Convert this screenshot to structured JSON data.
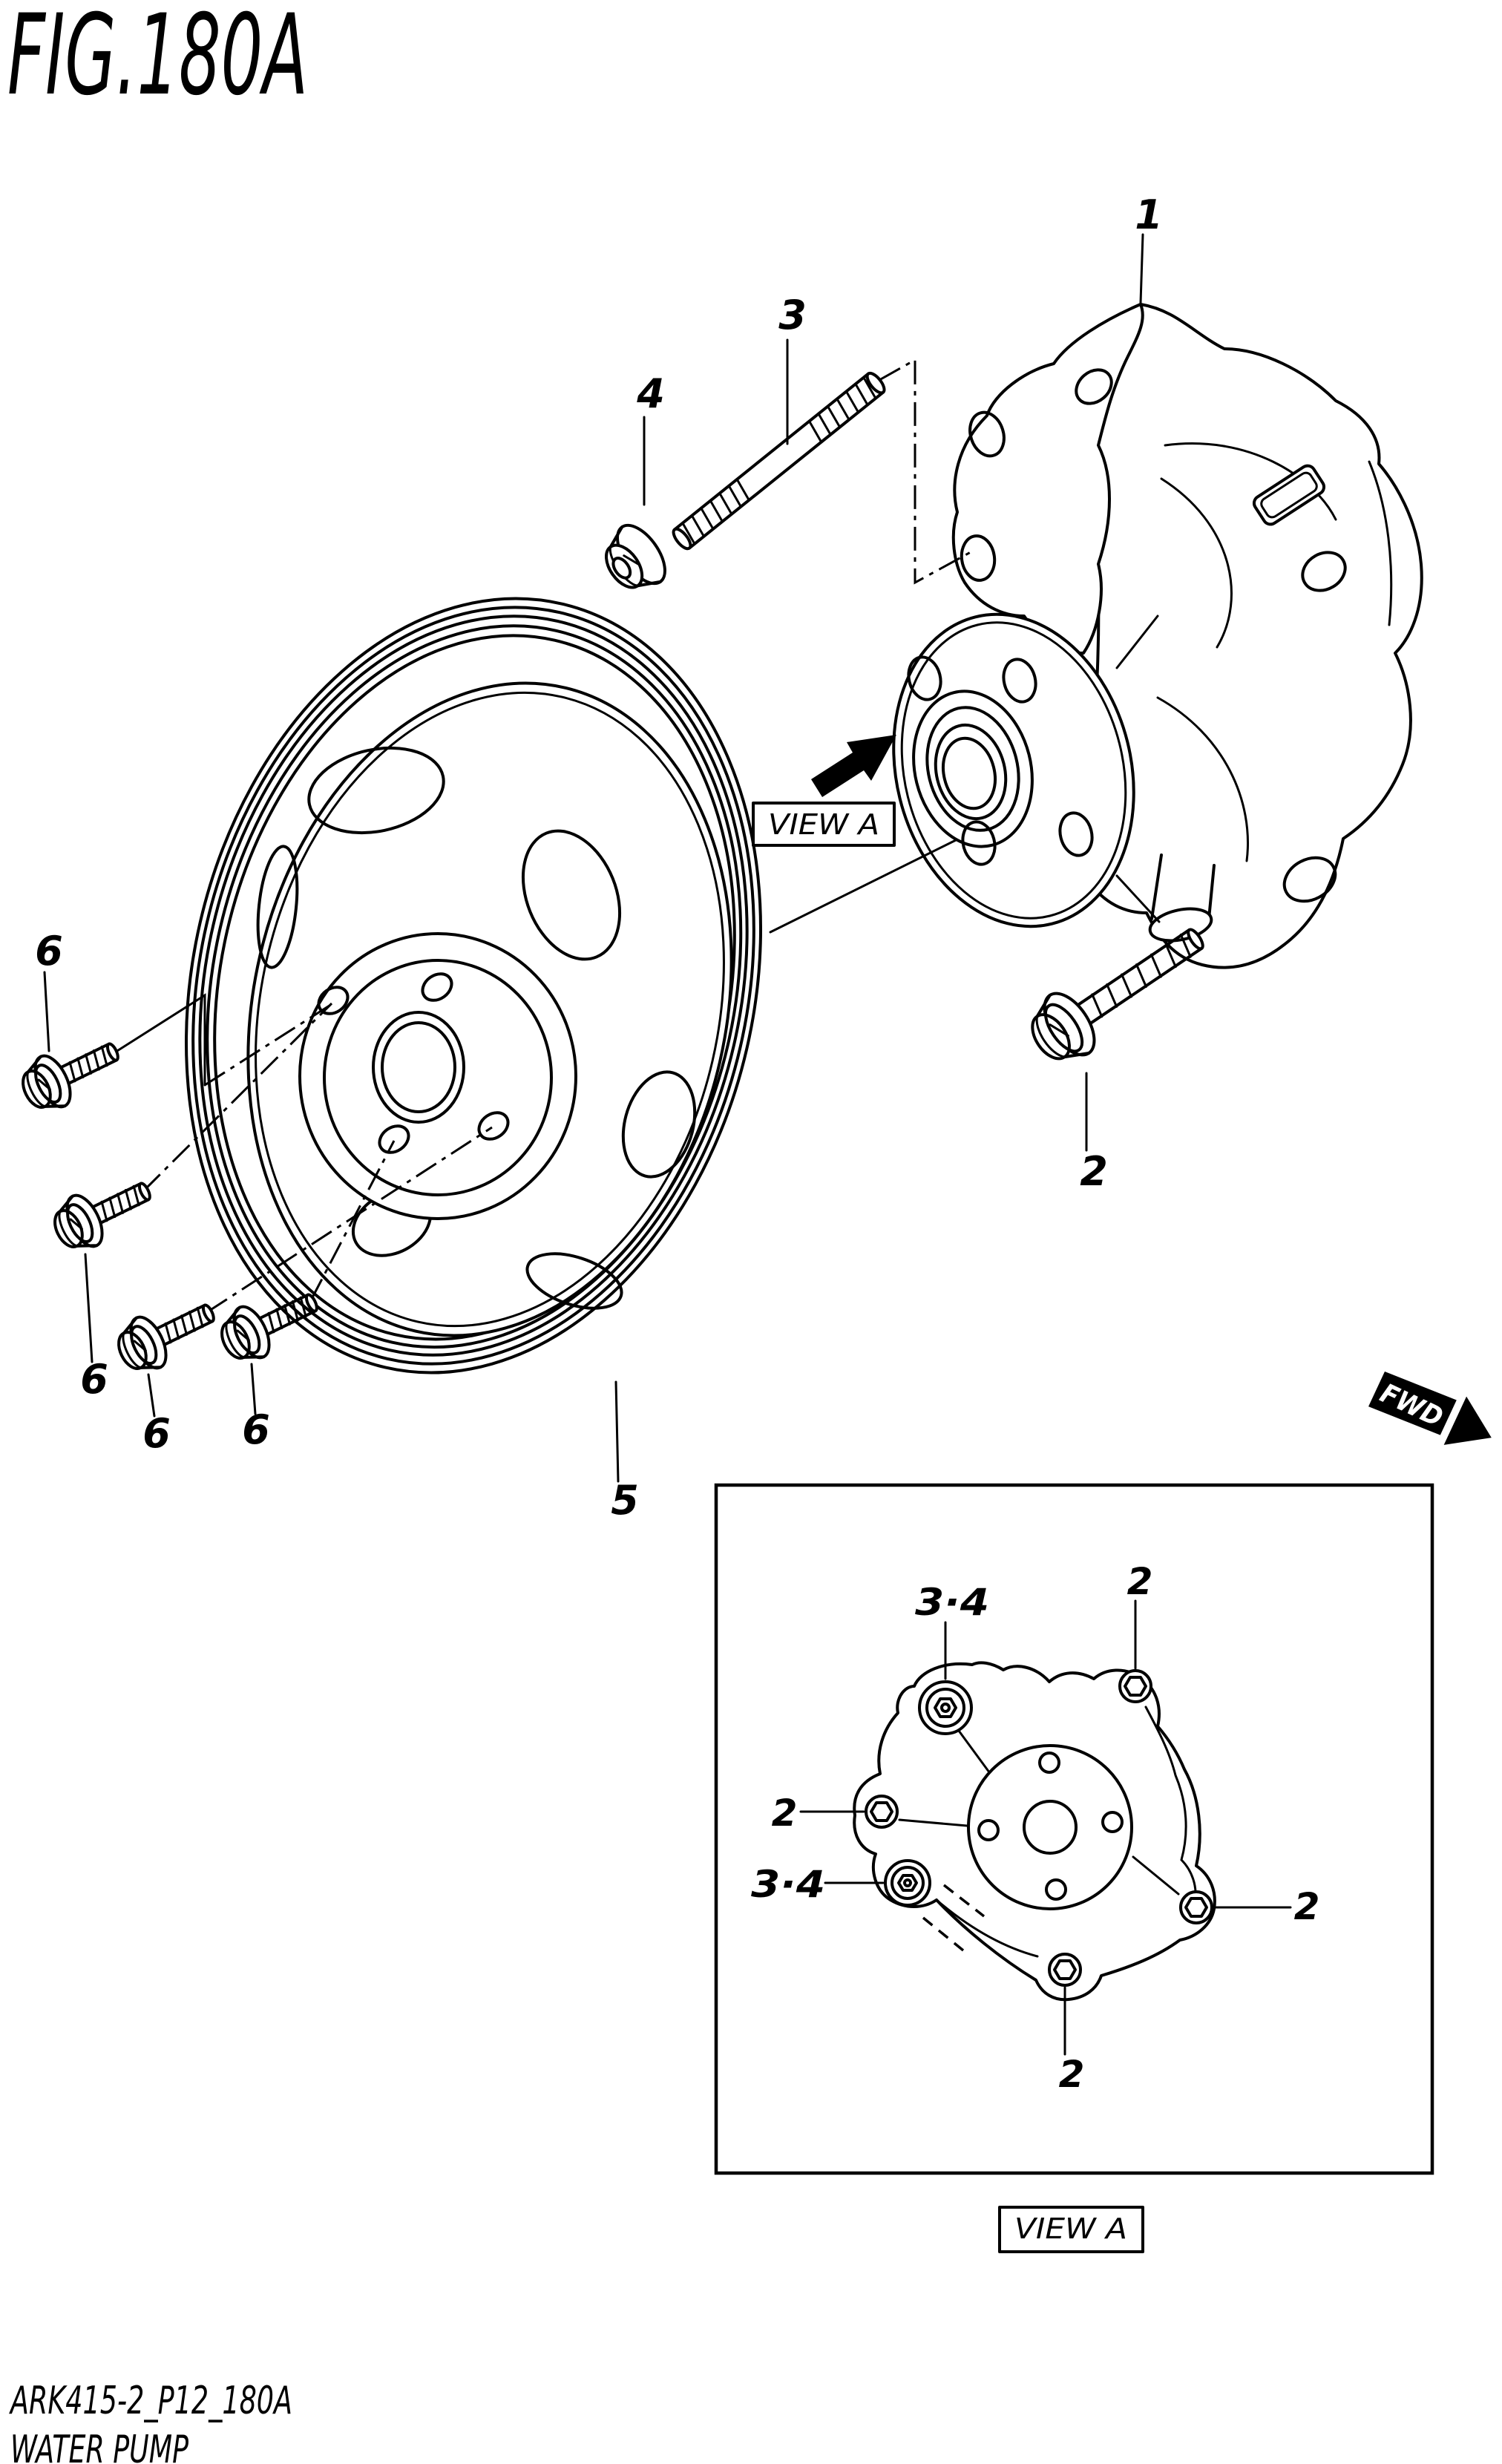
{
  "title": "FIG.180A",
  "footer": {
    "code": "ARK415-2_P12_180A",
    "name": "WATER PUMP"
  },
  "view_label": "VIEW A",
  "fwd_label": "FWD",
  "parts": {
    "p1": "1",
    "p2": "2",
    "p3": "3",
    "p4": "4",
    "p5": "5",
    "p6": "6",
    "p34": "3·4"
  }
}
